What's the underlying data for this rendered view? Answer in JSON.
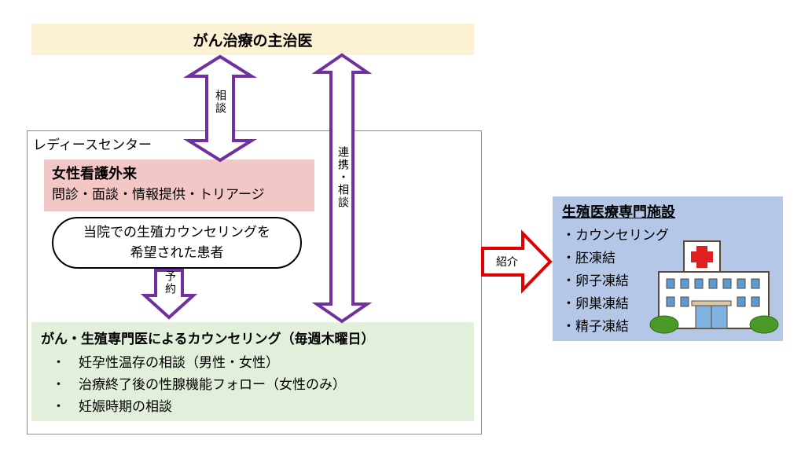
{
  "header": {
    "title": "がん治療の主治医"
  },
  "center": {
    "title": "レディースセンター",
    "nurse_title": "女性看護外来",
    "nurse_sub": "問診・面談・情報提供・トリアージ",
    "patient_line1": "当院での生殖カウンセリングを",
    "patient_line2": "希望された患者"
  },
  "arrows": {
    "consult": "相談",
    "link_consult": "連携・相談",
    "reserve": "予約",
    "refer": "紹介"
  },
  "counseling": {
    "title": "がん・生殖専門医によるカウンセリング（毎週木曜日）",
    "bullet": "・",
    "items": [
      "妊孕性温存の相談（男性・女性）",
      "治療終了後の性腺機能フォロー（女性のみ）",
      "妊娠時期の相談"
    ]
  },
  "facility": {
    "title": "生殖医療専門施設",
    "items": [
      "・カウンセリング",
      "・胚凍結",
      "・卵子凍結",
      "・卵巣凍結",
      "・精子凍結"
    ]
  },
  "colors": {
    "header_bg": "#fdf1d3",
    "nurse_bg": "#f4c7c7",
    "counsel_bg": "#e2efda",
    "facility_bg": "#b4c7e7",
    "arrow_purple": "#7030a0",
    "arrow_red": "#e00000"
  },
  "icons": {
    "facility_image": "hospital-building-icon"
  }
}
